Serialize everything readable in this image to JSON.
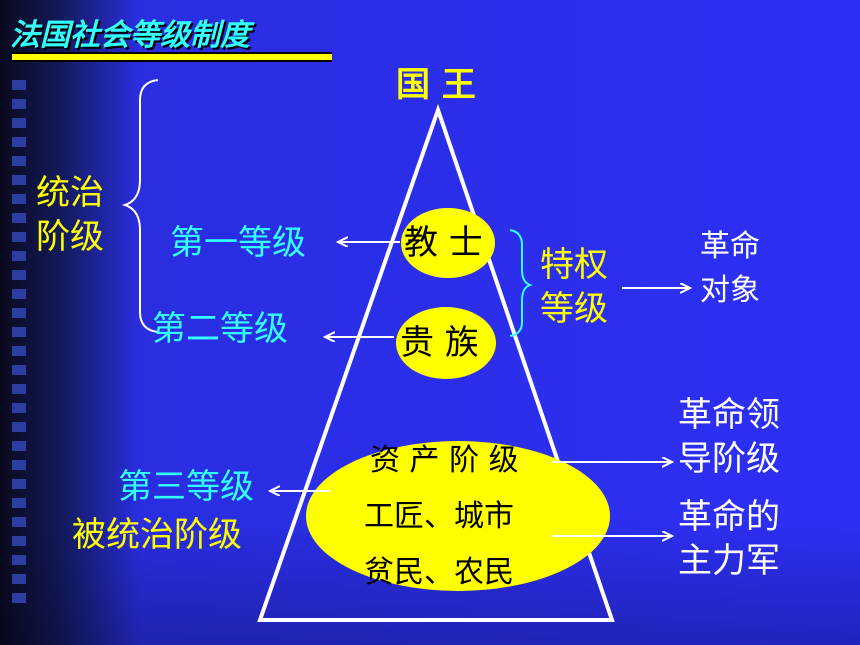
{
  "title": "法国社会等级制度",
  "pyramid": {
    "apex": "国 王",
    "first_estate": "教 士",
    "second_estate": "贵 族",
    "third_estate": [
      "资 产 阶 级",
      "工匠、城市",
      "贫民、农民"
    ]
  },
  "left": {
    "ruling_class": [
      "统治",
      "阶级"
    ],
    "first_rank": "第一等级",
    "second_rank": "第二等级",
    "third_rank": "第三等级",
    "ruled_class": "被统治阶级"
  },
  "right": {
    "privileged": [
      "特权",
      "等级"
    ],
    "revolution_target": [
      "革命",
      "对象"
    ],
    "revolution_leader": [
      "革命领",
      "导阶级"
    ],
    "revolution_main_force": [
      "革命的",
      "主力军"
    ]
  },
  "colors": {
    "background": "#2d2ff5",
    "yellow": "#ffff00",
    "cyan": "#33ffff",
    "white": "#ffffff"
  }
}
